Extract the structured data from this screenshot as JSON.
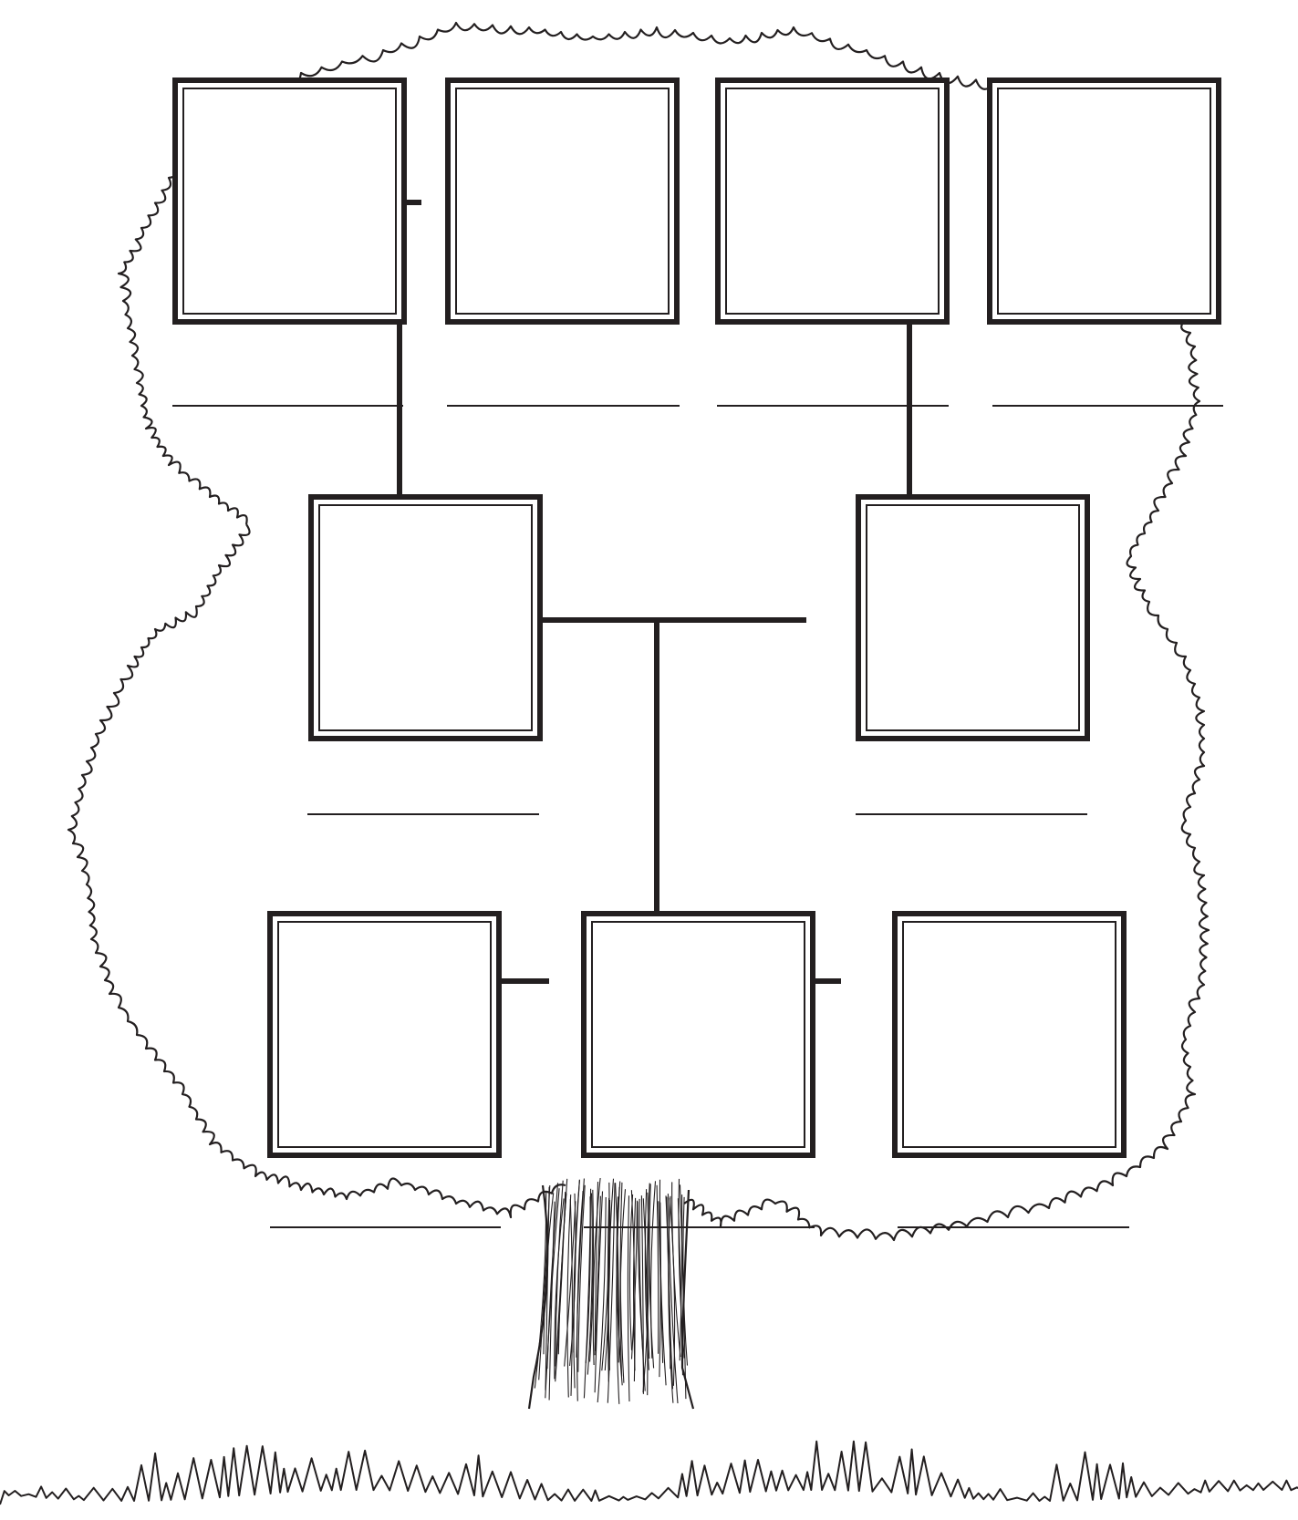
{
  "worksheet": {
    "kind": "blank family tree template",
    "generations": [
      {
        "row": "top",
        "slots": 4
      },
      {
        "row": "middle",
        "slots": 2
      },
      {
        "row": "bottom",
        "slots": 3
      }
    ],
    "name_lines": 9
  },
  "colors": {
    "ink": "#231f20",
    "paper": "#ffffff"
  },
  "icons": [
    "tree-canopy-icon",
    "tree-trunk-icon",
    "grass-icon"
  ]
}
